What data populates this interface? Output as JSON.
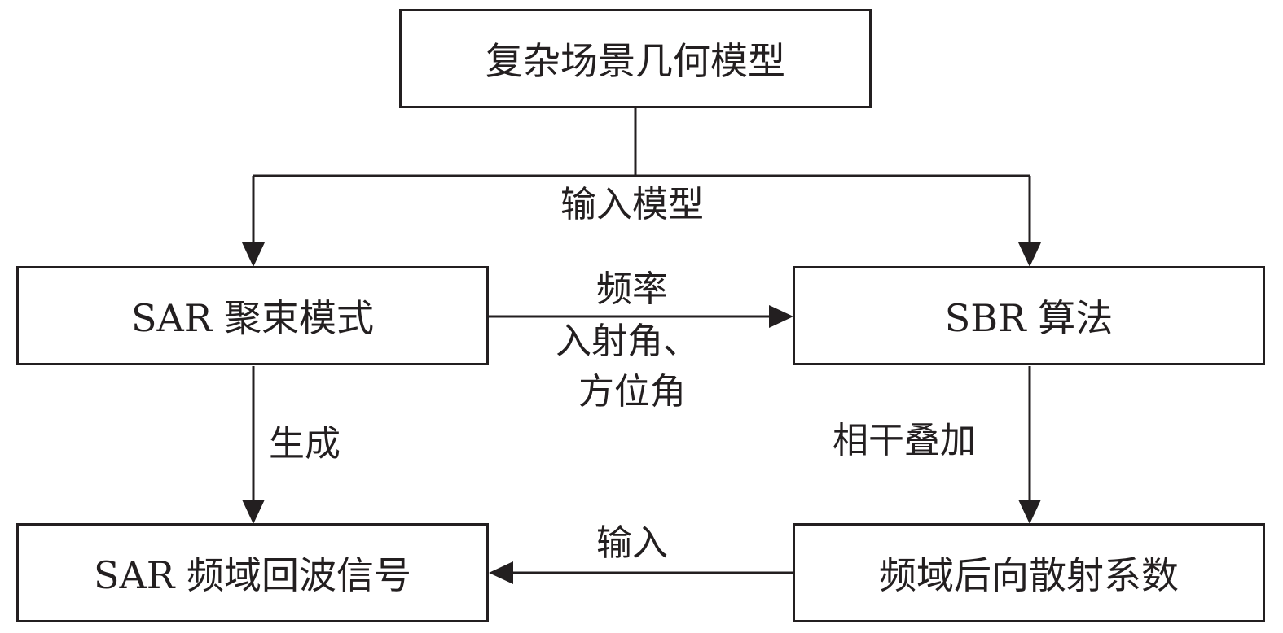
{
  "boxes": {
    "scene_model": "复杂场景几何模型",
    "sar_spotlight": "SAR 聚束模式",
    "sbr_algorithm": "SBR 算法",
    "sar_echo": "SAR 频域回波信号",
    "backscatter": "频域后向散射系数"
  },
  "edge_labels": {
    "input_model": "输入模型",
    "frequency": "频率",
    "incidence_angle": "入射角、",
    "azimuth_angle": "方位角",
    "generate": "生成",
    "coherent_sum": "相干叠加",
    "input": "输入"
  }
}
